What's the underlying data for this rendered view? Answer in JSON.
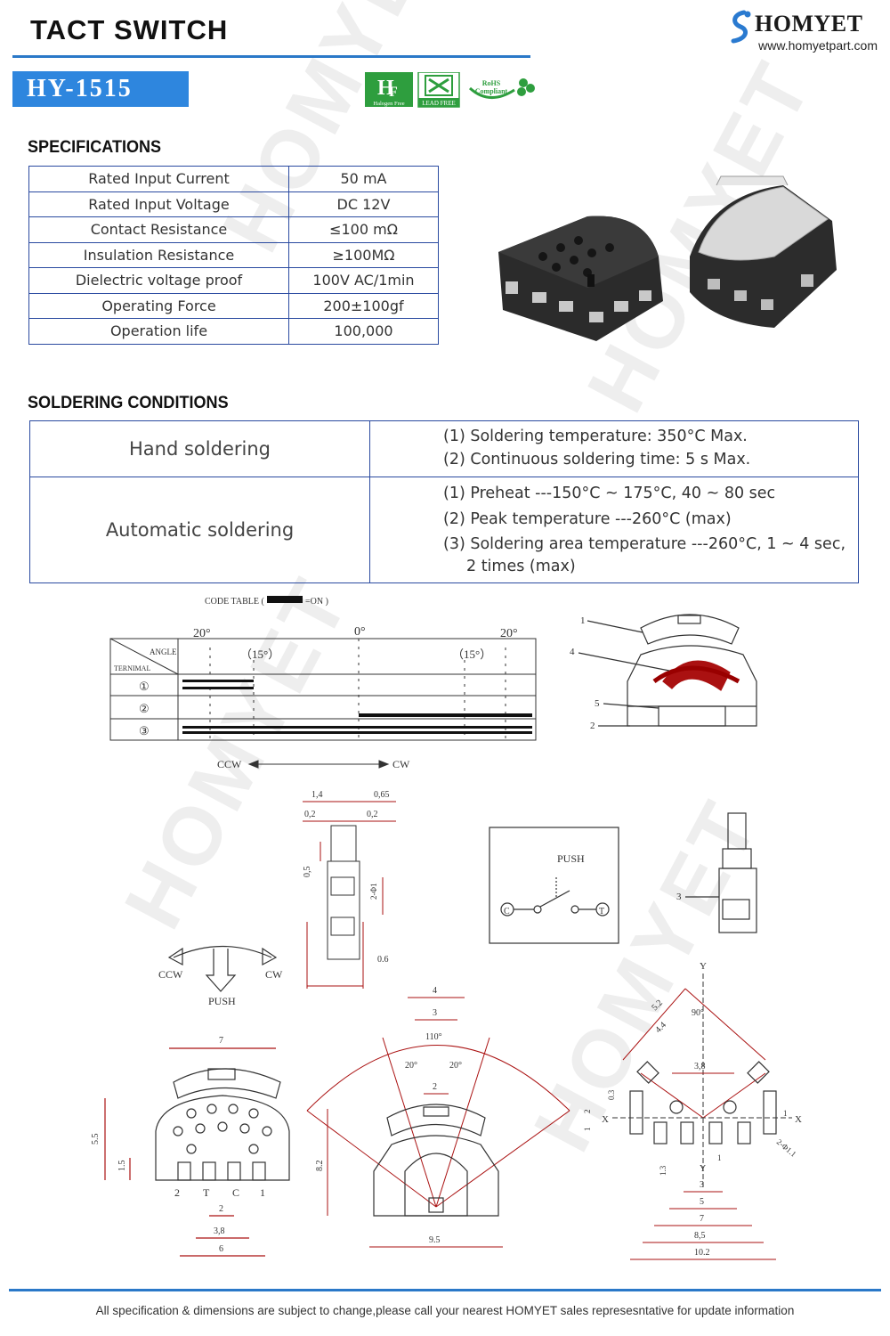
{
  "header": {
    "title": "TACT SWITCH",
    "brand": "HOMYET",
    "website": "www.homyetpart.com",
    "model": "HY-1515"
  },
  "badges": {
    "halogen": "Halogen Free",
    "lead": "LEAD FREE",
    "rohs_1": "RoHS",
    "rohs_2": "Compliant"
  },
  "specifications": {
    "heading": "SPECIFICATIONS",
    "rows": [
      {
        "label": "Rated Input Current",
        "value": "50 mA"
      },
      {
        "label": "Rated Input Voltage",
        "value": "DC 12V"
      },
      {
        "label": "Contact Resistance",
        "value": "≤100 mΩ"
      },
      {
        "label": "Insulation Resistance",
        "value": "≥100MΩ"
      },
      {
        "label": "Dielectric voltage proof",
        "value": "100V AC/1min"
      },
      {
        "label": "Operating Force",
        "value": "200±100gf"
      },
      {
        "label": "Operation life",
        "value": "100,000"
      }
    ]
  },
  "soldering": {
    "heading": "SOLDERING  CONDITIONS",
    "hand": {
      "label": "Hand soldering",
      "lines": [
        "(1) Soldering temperature: 350°C Max.",
        "(2) Continuous soldering time: 5 s Max."
      ]
    },
    "auto": {
      "label": "Automatic soldering",
      "lines": [
        "(1) Preheat ---150°C ~ 175°C, 40 ~ 80 sec",
        "(2) Peak temperature ---260°C (max)",
        "(3) Soldering area temperature ---260°C, 1 ~ 4 sec,"
      ],
      "continuation": "2 times (max)"
    }
  },
  "drawing": {
    "code_table": "CODE TABLE (",
    "code_on": "=ON )",
    "angle_left": "20°",
    "angle_center": "0°",
    "angle_right": "20°",
    "angle_label": "ANGLE",
    "terminal_label": "TERNIMAL",
    "sub_15": "（15°）",
    "term_1": "①",
    "term_2": "②",
    "term_3": "③",
    "ccw": "CCW",
    "cw": "CW",
    "push": "PUSH",
    "c_symbol": "C",
    "t_symbol": "T",
    "pin_2": "2",
    "pin_t": "T",
    "pin_c": "C",
    "pin_1": "1",
    "x": "X",
    "y": "Y",
    "dims": {
      "d14": "1,4",
      "d065": "0,65",
      "d02a": "0,2",
      "d02b": "0,2",
      "d05": "0,5",
      "d2phi": "2-Φ1",
      "d06": "0.6",
      "d7": "7",
      "d55": "5.5",
      "d15": "1.5",
      "d2": "2",
      "d38": "3,8",
      "d6": "6",
      "d4": "4",
      "d3": "3",
      "d110": "110°",
      "d20a": "20°",
      "d20b": "20°",
      "d2b": "2",
      "d82": "8.2",
      "d95": "9.5",
      "d52": "5.2",
      "d44": "4.4",
      "d90": "90°",
      "d38b": "3,8",
      "d03": "0.3",
      "d2c": "2",
      "d1a": "1",
      "d1b": "1",
      "d13": "1.3",
      "d1c": "1",
      "d3b": "3",
      "d5": "5",
      "d7b": "7",
      "d85": "8,5",
      "d102": "10.2",
      "d2phi2": "2-Φ1.1",
      "n1": "1",
      "n2": "2",
      "n3": "3",
      "n4": "4",
      "n5": "5"
    }
  },
  "footer": "All specification & dimensions are subject to change,please call your nearest HOMYET sales represesntative for update information"
}
